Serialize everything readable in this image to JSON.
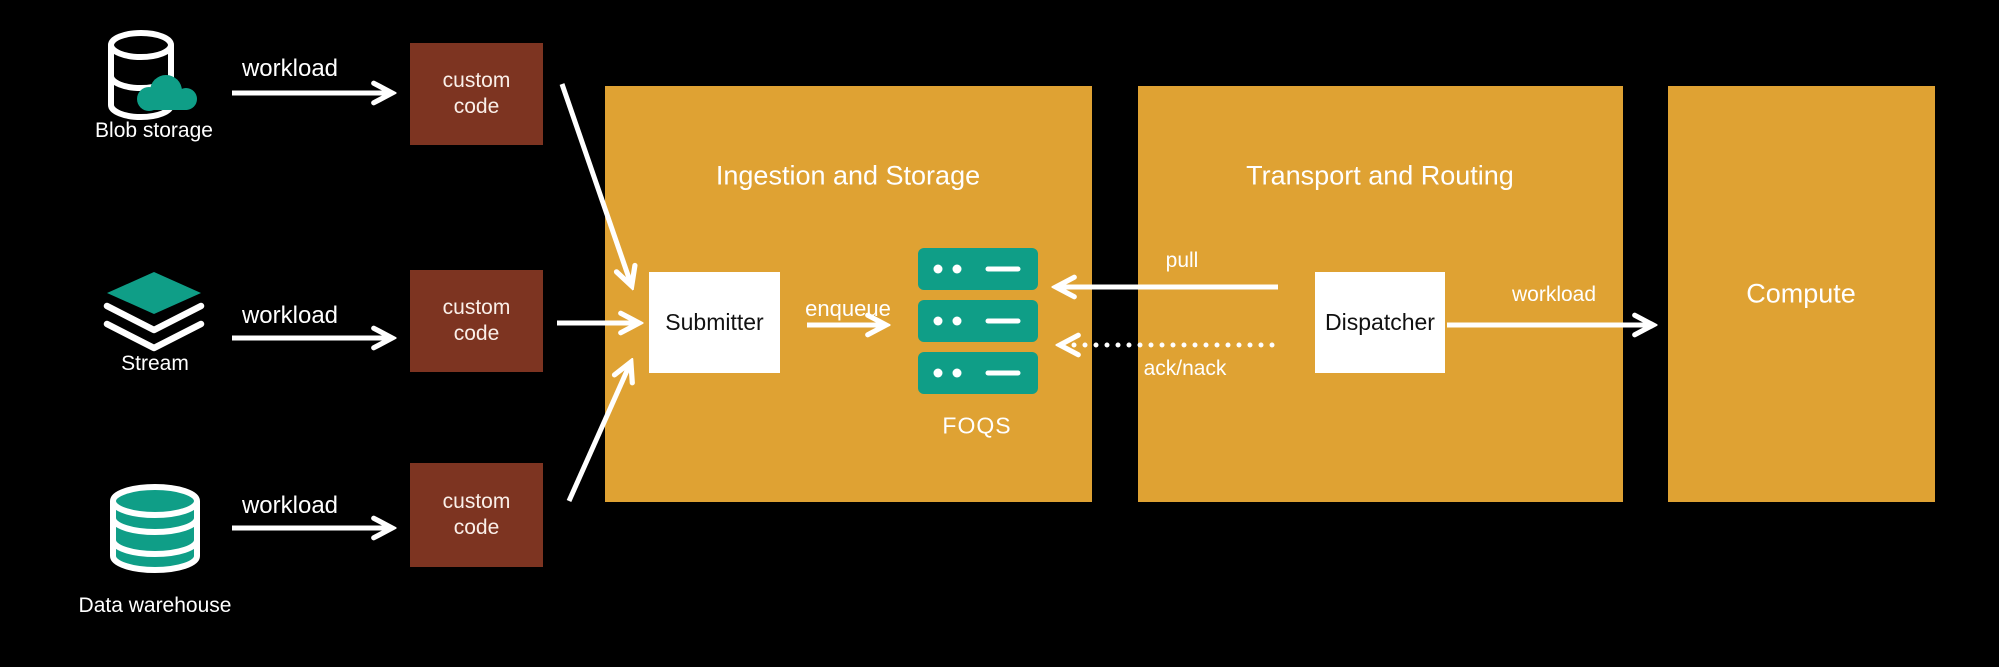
{
  "colors": {
    "background": "#000000",
    "section_orange": "#DFA233",
    "custom_code_brown": "#7D3421",
    "teal_accent": "#0F9E87",
    "node_white": "#FFFFFF",
    "text_white": "#FFFFFF",
    "node_text_black": "#111111"
  },
  "sources": [
    {
      "name": "Blob storage",
      "icon": "blob-storage-icon",
      "workload_label": "workload"
    },
    {
      "name": "Stream",
      "icon": "stream-icon",
      "workload_label": "workload"
    },
    {
      "name": "Data warehouse",
      "icon": "data-warehouse-icon",
      "workload_label": "workload"
    }
  ],
  "custom_code": {
    "label": "custom code"
  },
  "panels": {
    "ingestion": {
      "title": "Ingestion and Storage"
    },
    "transport": {
      "title": "Transport and Routing"
    },
    "compute": {
      "title": "Compute"
    }
  },
  "nodes": {
    "submitter": {
      "label": "Submitter"
    },
    "dispatcher": {
      "label": "Dispatcher"
    },
    "foqs": {
      "label": "FOQS"
    }
  },
  "edges": {
    "enqueue": {
      "label": "enqueue"
    },
    "pull": {
      "label": "pull"
    },
    "ack_nack": {
      "label": "ack/nack"
    },
    "dispatch_workload": {
      "label": "workload"
    }
  }
}
